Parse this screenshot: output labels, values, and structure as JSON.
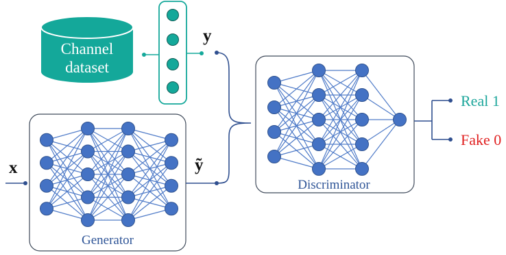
{
  "database": {
    "line1": "Channel",
    "line2": "dataset"
  },
  "labels": {
    "y": "y",
    "y_tilde": "ỹ",
    "x": "x",
    "generator": "Generator",
    "discriminator": "Discriminator",
    "real": "Real 1",
    "fake": "Fake 0"
  },
  "colors": {
    "teal": "#14A89A",
    "node_blue": "#4472C4",
    "edge_blue": "#4F7BC8",
    "box_border": "#3F4A5A",
    "wire": "#2F4F8F",
    "real_text": "#1AA59A",
    "fake_text": "#E02020"
  },
  "networks": {
    "generator": {
      "layers": [
        4,
        5,
        5,
        4
      ]
    },
    "discriminator": {
      "layers": [
        4,
        5,
        5,
        1
      ]
    },
    "sample_vector": {
      "nodes": 4
    }
  }
}
